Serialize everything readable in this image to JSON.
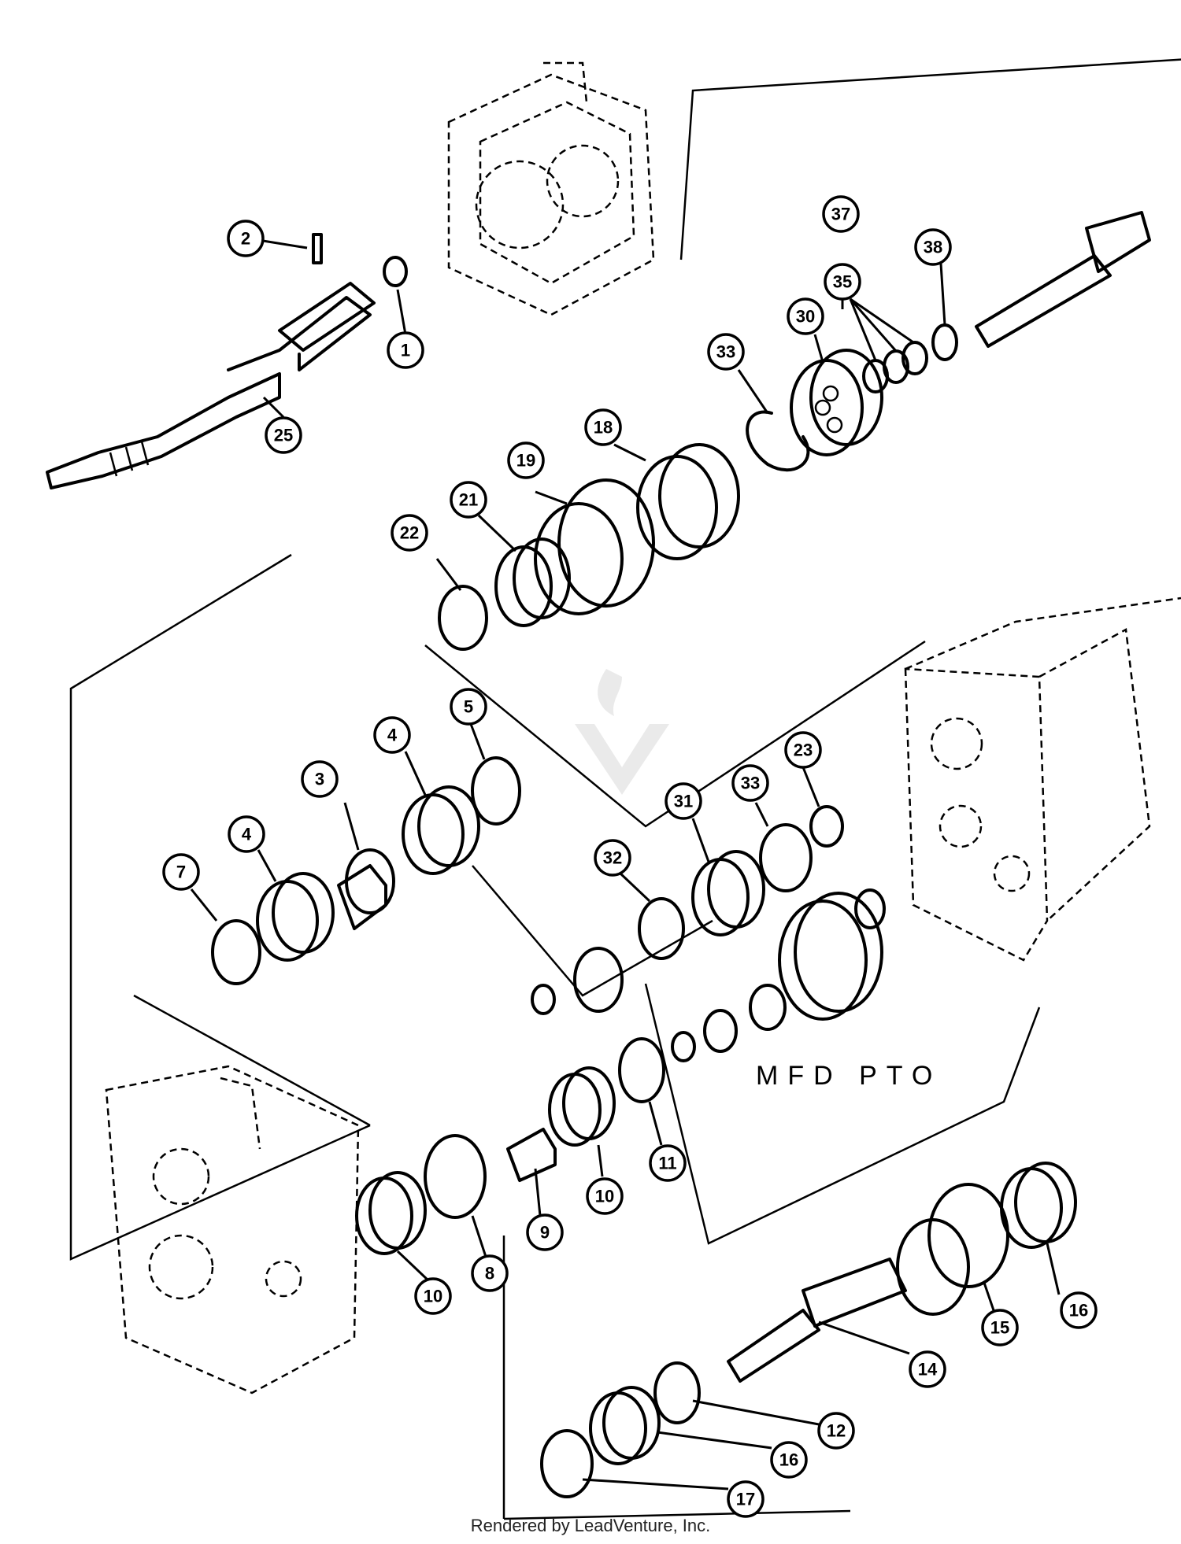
{
  "labels": {
    "mfd_pto": "MFD PTO",
    "credit": "Rendered by LeadVenture, Inc."
  },
  "watermark": {
    "kind": "logo",
    "text": "LEADVENTURE"
  },
  "callouts": [
    "1",
    "2",
    "3",
    "4",
    "4",
    "5",
    "7",
    "8",
    "9",
    "10",
    "10",
    "11",
    "12",
    "14",
    "15",
    "16",
    "16",
    "17",
    "18",
    "19",
    "21",
    "22",
    "23",
    "25",
    "30",
    "31",
    "32",
    "33",
    "33",
    "35",
    "37",
    "38"
  ],
  "colors": {
    "ink": "#000000",
    "paper": "#ffffff"
  }
}
